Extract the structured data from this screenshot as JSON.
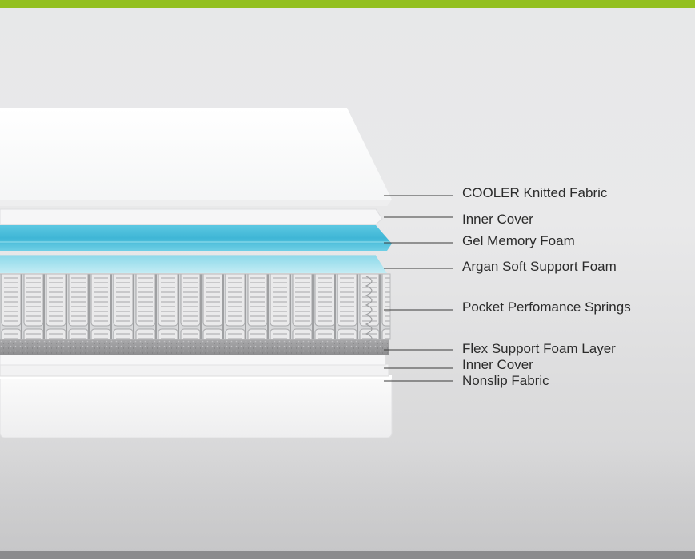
{
  "colors": {
    "top_bar": "#93c01f",
    "bottom_bar": "#8b8b8d",
    "gel_foam": "#4ec0dc",
    "argan_foam": "#a9e3ee",
    "flex_foam": "#9a9a9c",
    "springs": "#c9c9cb",
    "label_text": "#2b2b2b"
  },
  "layers": [
    {
      "label": "COOLER Knitted Fabric"
    },
    {
      "label": "Inner Cover"
    },
    {
      "label": "Gel Memory Foam"
    },
    {
      "label": "Argan Soft Support Foam"
    },
    {
      "label": "Pocket Perfomance Springs"
    },
    {
      "label": "Flex Support Foam Layer"
    },
    {
      "label": "Inner Cover"
    },
    {
      "label": "Nonslip Fabric"
    }
  ]
}
